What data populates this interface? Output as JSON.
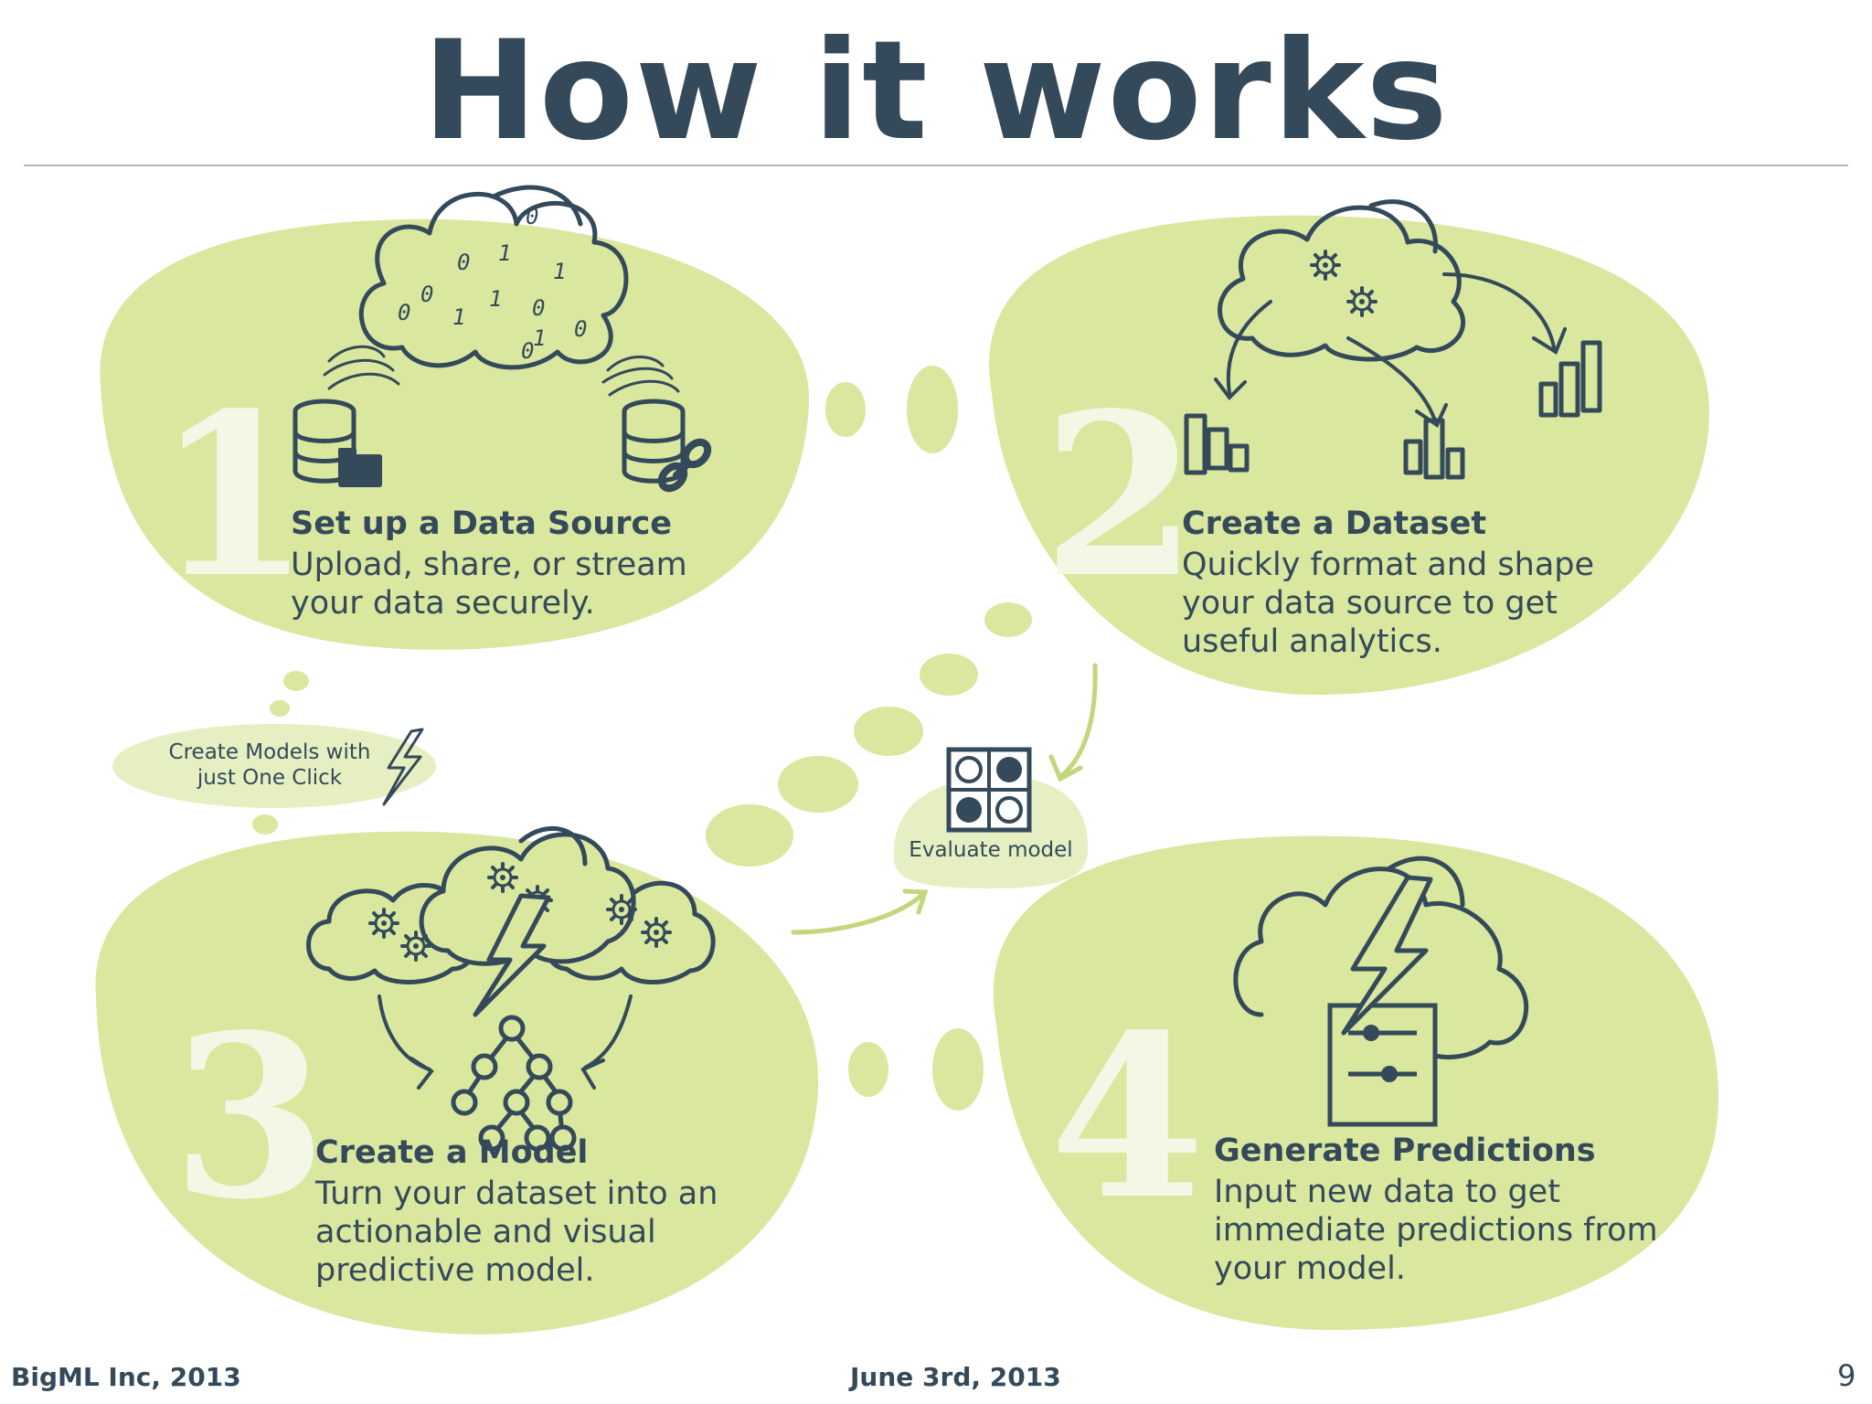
{
  "title": "How it works",
  "steps": [
    {
      "number": "1",
      "title": "Set up a Data Source",
      "description": "Upload, share, or stream your data securely."
    },
    {
      "number": "2",
      "title": "Create a Dataset",
      "description": "Quickly format and shape your data source to get useful analytics."
    },
    {
      "number": "3",
      "title": "Create a Model",
      "description": "Turn your dataset into an actionable and visual predictive model."
    },
    {
      "number": "4",
      "title": "Generate Predictions",
      "description": "Input new data to get immediate predictions from your model."
    }
  ],
  "notes": {
    "one_click": "Create Models with just One Click",
    "evaluate": "Evaluate model"
  },
  "binary_digits": [
    "0",
    "0",
    "1",
    "1",
    "0",
    "1",
    "0",
    "1",
    "0",
    "1",
    "0",
    "0"
  ],
  "footer": {
    "left": "BigML Inc, 2013",
    "center": "June 3rd, 2013",
    "page": "9"
  },
  "colors": {
    "blob": "#d9e79f",
    "blob_light": "#e6efc2",
    "ink": "#34495a",
    "number": "#f3f7e6"
  }
}
